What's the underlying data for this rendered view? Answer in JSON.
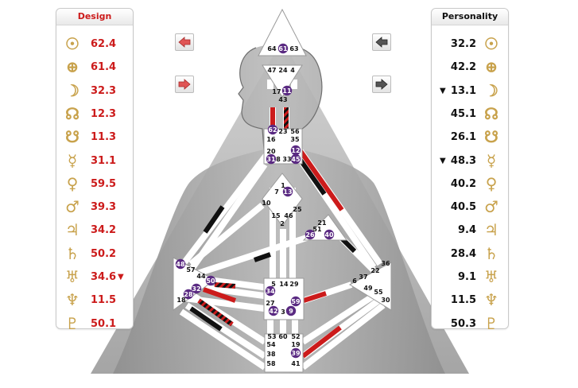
{
  "design": {
    "title": "Design",
    "rows": [
      {
        "planet": "Sun",
        "glyph": "☉",
        "value": "62.4",
        "marker": ""
      },
      {
        "planet": "Earth",
        "glyph": "⊕",
        "value": "61.4",
        "marker": ""
      },
      {
        "planet": "Moon",
        "glyph": "☽",
        "value": "32.3",
        "marker": ""
      },
      {
        "planet": "North Node",
        "glyph": "☊",
        "value": "12.3",
        "marker": ""
      },
      {
        "planet": "South Node",
        "glyph": "☋",
        "value": "11.3",
        "marker": ""
      },
      {
        "planet": "Mercury",
        "glyph": "☿",
        "value": "31.1",
        "marker": ""
      },
      {
        "planet": "Venus",
        "glyph": "♀",
        "value": "59.5",
        "marker": ""
      },
      {
        "planet": "Mars",
        "glyph": "♂",
        "value": "39.3",
        "marker": ""
      },
      {
        "planet": "Jupiter",
        "glyph": "♃",
        "value": "34.2",
        "marker": ""
      },
      {
        "planet": "Saturn",
        "glyph": "♄",
        "value": "50.2",
        "marker": ""
      },
      {
        "planet": "Uranus",
        "glyph": "♅",
        "value": "34.6",
        "marker": "▼"
      },
      {
        "planet": "Neptune",
        "glyph": "♆",
        "value": "11.5",
        "marker": ""
      },
      {
        "planet": "Pluto",
        "glyph": "♇",
        "value": "50.1",
        "marker": ""
      }
    ]
  },
  "personality": {
    "title": "Personality",
    "rows": [
      {
        "planet": "Sun",
        "glyph": "☉",
        "value": "32.2",
        "marker": ""
      },
      {
        "planet": "Earth",
        "glyph": "⊕",
        "value": "42.2",
        "marker": ""
      },
      {
        "planet": "Moon",
        "glyph": "☽",
        "value": "13.1",
        "marker": "▼"
      },
      {
        "planet": "North Node",
        "glyph": "☊",
        "value": "45.1",
        "marker": ""
      },
      {
        "planet": "South Node",
        "glyph": "☋",
        "value": "26.1",
        "marker": ""
      },
      {
        "planet": "Mercury",
        "glyph": "☿",
        "value": "48.3",
        "marker": "▼"
      },
      {
        "planet": "Venus",
        "glyph": "♀",
        "value": "40.2",
        "marker": ""
      },
      {
        "planet": "Mars",
        "glyph": "♂",
        "value": "40.5",
        "marker": ""
      },
      {
        "planet": "Jupiter",
        "glyph": "♃",
        "value": "9.4",
        "marker": ""
      },
      {
        "planet": "Saturn",
        "glyph": "♄",
        "value": "28.4",
        "marker": ""
      },
      {
        "planet": "Uranus",
        "glyph": "♅",
        "value": "9.1",
        "marker": ""
      },
      {
        "planet": "Neptune",
        "glyph": "♆",
        "value": "11.5",
        "marker": ""
      },
      {
        "planet": "Pluto",
        "glyph": "♇",
        "value": "50.3",
        "marker": ""
      }
    ]
  },
  "nav": {
    "design_prev_icon": "arrow-left-icon",
    "design_next_icon": "arrow-right-icon",
    "personality_prev_icon": "arrow-left-icon",
    "personality_next_icon": "arrow-right-icon"
  },
  "colors": {
    "design_accent": "#cc1b1b",
    "personality_accent": "#111111",
    "glyph_gold": "#c8a24c",
    "active_gate": "#5a2a82",
    "center_fill": "#ffffff"
  },
  "bodygraph": {
    "active_gates": [
      "61",
      "11",
      "62",
      "12",
      "31",
      "45",
      "13",
      "26",
      "40",
      "48",
      "50",
      "32",
      "28",
      "34",
      "59",
      "42",
      "9",
      "39"
    ],
    "plain_gates": [
      "64",
      "63",
      "47",
      "24",
      "4",
      "17",
      "43",
      "16",
      "23",
      "56",
      "35",
      "20",
      "8",
      "33",
      "1",
      "7",
      "10",
      "25",
      "15",
      "46",
      "2",
      "21",
      "51",
      "57",
      "44",
      "18",
      "36",
      "22",
      "6",
      "37",
      "49",
      "55",
      "30",
      "5",
      "14",
      "29",
      "27",
      "3",
      "53",
      "60",
      "52",
      "54",
      "19",
      "38",
      "58",
      "41"
    ]
  }
}
